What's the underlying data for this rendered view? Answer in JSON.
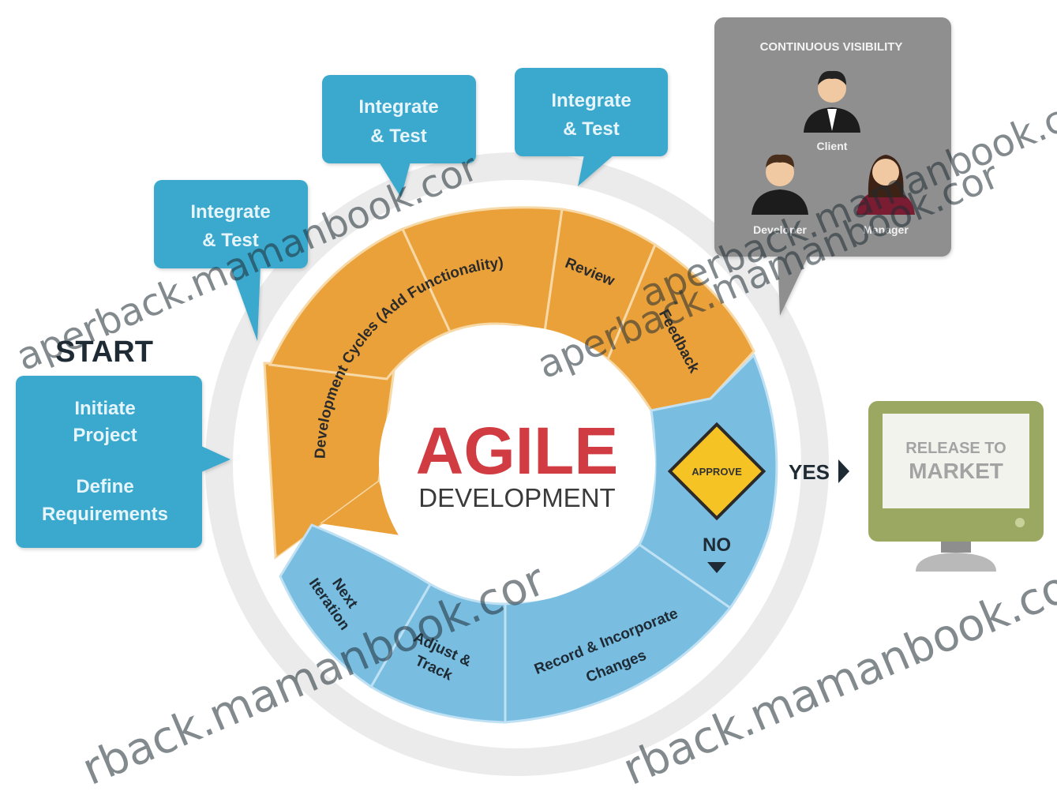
{
  "start": {
    "heading": "START",
    "line1": "Initiate",
    "line2": "Project",
    "line3": "Define",
    "line4": "Requirements"
  },
  "bubbles": [
    {
      "line1": "Integrate",
      "line2": "& Test"
    },
    {
      "line1": "Integrate",
      "line2": "& Test"
    },
    {
      "line1": "Integrate",
      "line2": "& Test"
    }
  ],
  "visibility": {
    "title": "CONTINUOUS VISIBILITY",
    "people": [
      {
        "label": "Client"
      },
      {
        "label": "Developer"
      },
      {
        "label": "Manager"
      }
    ]
  },
  "center": {
    "title": "AGILE",
    "subtitle": "DEVELOPMENT"
  },
  "ring": {
    "dev_cycles": "Development Cycles (Add Functionality)",
    "review": "Review",
    "feedback": "Feedback",
    "next_iteration": {
      "line1": "Next",
      "line2": "Iteration"
    },
    "adjust_track": {
      "line1": "Adjust &",
      "line2": "Track"
    },
    "record_changes": {
      "line1": "Record & Incorporate",
      "line2": "Changes"
    }
  },
  "decision": {
    "label": "APPROVE",
    "yes": "YES",
    "no": "NO"
  },
  "release": {
    "line1": "RELEASE TO",
    "line2": "MARKET"
  },
  "watermarks": [
    "aperback.mamanbook.cor",
    "aperback.mamanbook.cor",
    "aperback.mamanbook.co",
    "rback.mamanbook.cor",
    "rback.mamanbook.co"
  ],
  "colors": {
    "orange": "#eba13a",
    "blue_segment": "#79bde1",
    "teal": "#3ba8cd",
    "grey_panel": "#8f8f8f",
    "agile_red": "#d13c43",
    "monitor_frame": "#9aa861"
  }
}
